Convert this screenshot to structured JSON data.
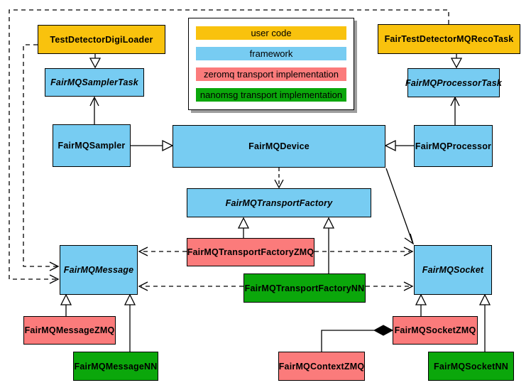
{
  "legend": {
    "items": [
      {
        "label": "user code",
        "color": "#F9C20D"
      },
      {
        "label": "framework",
        "color": "#77CCF2"
      },
      {
        "label": "zeromq transport implementation",
        "color": "#FB7B7B"
      },
      {
        "label": "nanomsg transport implementation",
        "color": "#0BA70B"
      }
    ]
  },
  "nodes": {
    "digiLoader": {
      "label": "TestDetectorDigiLoader",
      "category": "user code"
    },
    "recoTask": {
      "label": "FairTestDetectorMQRecoTask",
      "category": "user code"
    },
    "samplerTask": {
      "label": "FairMQSamplerTask",
      "category": "framework",
      "abstract": true
    },
    "processorTask": {
      "label": "FairMQProcessorTask",
      "category": "framework",
      "abstract": true
    },
    "sampler": {
      "label": "FairMQSampler",
      "category": "framework"
    },
    "device": {
      "label": "FairMQDevice",
      "category": "framework"
    },
    "processor": {
      "label": "FairMQProcessor",
      "category": "framework"
    },
    "transportFactory": {
      "label": "FairMQTransportFactory",
      "category": "framework",
      "abstract": true
    },
    "transportFactoryZMQ": {
      "label": "FairMQTransportFactoryZMQ",
      "category": "zeromq transport implementation"
    },
    "transportFactoryNN": {
      "label": "FairMQTransportFactoryNN",
      "category": "nanomsg transport implementation"
    },
    "message": {
      "label": "FairMQMessage",
      "category": "framework",
      "abstract": true
    },
    "socket": {
      "label": "FairMQSocket",
      "category": "framework",
      "abstract": true
    },
    "messageZMQ": {
      "label": "FairMQMessageZMQ",
      "category": "zeromq transport implementation"
    },
    "messageNN": {
      "label": "FairMQMessageNN",
      "category": "nanomsg transport implementation"
    },
    "socketZMQ": {
      "label": "FairMQSocketZMQ",
      "category": "zeromq transport implementation"
    },
    "socketNN": {
      "label": "FairMQSocketNN",
      "category": "nanomsg transport implementation"
    },
    "contextZMQ": {
      "label": "FairMQContextZMQ",
      "category": "zeromq transport implementation"
    }
  },
  "edges": [
    {
      "from": "TestDetectorDigiLoader",
      "to": "FairMQSamplerTask",
      "type": "inheritance"
    },
    {
      "from": "FairTestDetectorMQRecoTask",
      "to": "FairMQProcessorTask",
      "type": "inheritance"
    },
    {
      "from": "FairMQSampler",
      "to": "FairMQDevice",
      "type": "inheritance"
    },
    {
      "from": "FairMQProcessor",
      "to": "FairMQDevice",
      "type": "inheritance"
    },
    {
      "from": "FairMQSampler",
      "to": "FairMQSamplerTask",
      "type": "association"
    },
    {
      "from": "FairMQProcessor",
      "to": "FairMQProcessorTask",
      "type": "association"
    },
    {
      "from": "FairMQTransportFactoryZMQ",
      "to": "FairMQTransportFactory",
      "type": "inheritance"
    },
    {
      "from": "FairMQTransportFactoryNN",
      "to": "FairMQTransportFactory",
      "type": "inheritance"
    },
    {
      "from": "FairMQMessageZMQ",
      "to": "FairMQMessage",
      "type": "inheritance"
    },
    {
      "from": "FairMQMessageNN",
      "to": "FairMQMessage",
      "type": "inheritance"
    },
    {
      "from": "FairMQSocketZMQ",
      "to": "FairMQSocket",
      "type": "inheritance"
    },
    {
      "from": "FairMQSocketNN",
      "to": "FairMQSocket",
      "type": "inheritance"
    },
    {
      "from": "FairMQDevice",
      "to": "FairMQTransportFactory",
      "type": "dependency"
    },
    {
      "from": "FairMQDevice",
      "to": "FairMQSocket",
      "type": "association"
    },
    {
      "from": "FairMQTransportFactoryZMQ",
      "to": "FairMQMessage",
      "type": "dependency"
    },
    {
      "from": "FairMQTransportFactoryZMQ",
      "to": "FairMQSocket",
      "type": "dependency"
    },
    {
      "from": "FairMQTransportFactoryNN",
      "to": "FairMQMessage",
      "type": "dependency"
    },
    {
      "from": "FairMQTransportFactoryNN",
      "to": "FairMQSocket",
      "type": "dependency"
    },
    {
      "from": "TestDetectorDigiLoader",
      "to": "FairMQMessage",
      "type": "dependency"
    },
    {
      "from": "FairTestDetectorMQRecoTask",
      "to": "FairMQMessage",
      "type": "dependency"
    },
    {
      "from": "FairMQContextZMQ",
      "to": "FairMQSocketZMQ",
      "type": "composition"
    }
  ]
}
